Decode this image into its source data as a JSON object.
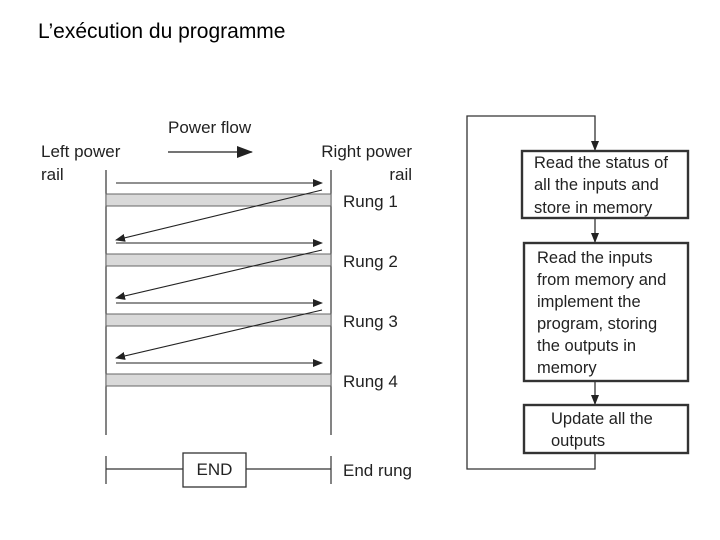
{
  "slide": {
    "title": "L’exécution du programme"
  },
  "ladder": {
    "power_flow": "Power flow",
    "left_rail": [
      "Left power",
      "rail"
    ],
    "right_rail": [
      "Right power",
      "rail"
    ],
    "rungs": [
      "Rung 1",
      "Rung 2",
      "Rung 3",
      "Rung 4"
    ],
    "end_label": "END",
    "end_rung": "End rung"
  },
  "flowchart": {
    "steps": [
      [
        "Read the status of",
        "all the inputs and",
        "store in memory"
      ],
      [
        "Read the inputs",
        "from memory and",
        "implement the",
        "program, storing",
        "the outputs in",
        "memory"
      ],
      [
        "Update all the",
        "outputs"
      ]
    ]
  }
}
